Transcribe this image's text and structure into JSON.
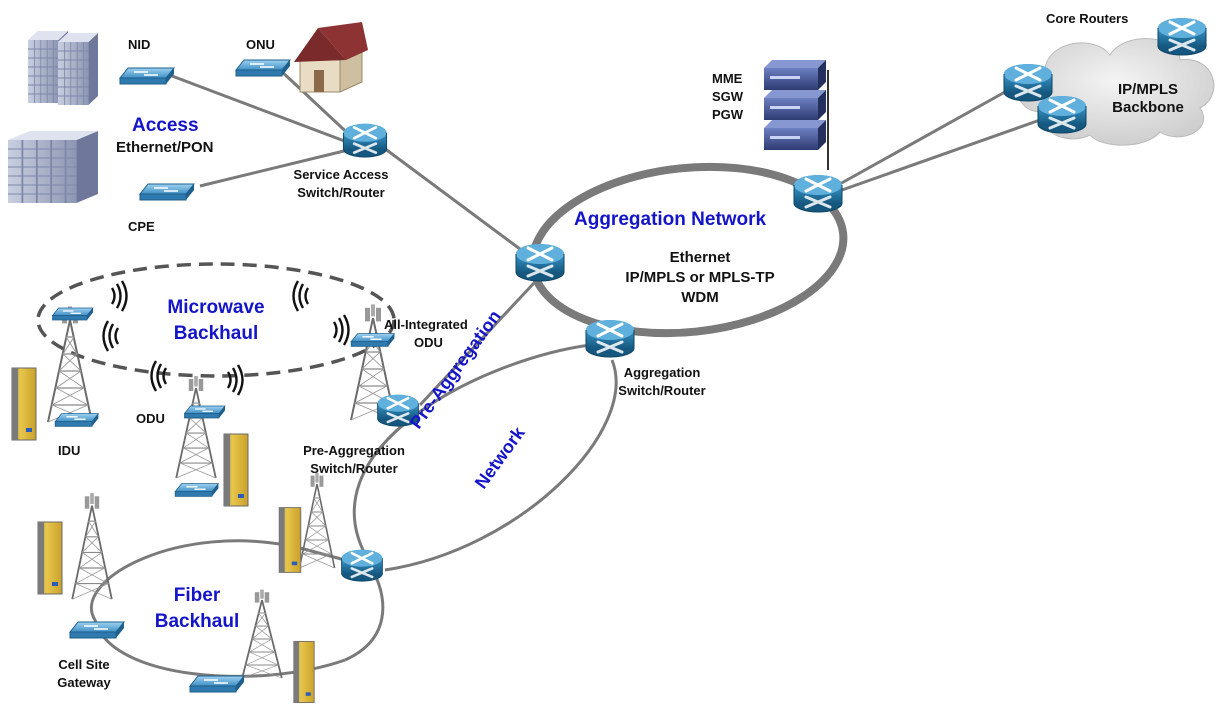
{
  "labels": {
    "access_title": "Access",
    "access_sub": "Ethernet/PON",
    "nid": "NID",
    "onu": "ONU",
    "cpe": "CPE",
    "service_access_1": "Service Access",
    "service_access_2": "Switch/Router",
    "mme": "MME",
    "sgw": "SGW",
    "pgw": "PGW",
    "core_routers": "Core Routers",
    "backbone_1": "IP/MPLS",
    "backbone_2": "Backbone",
    "aggregation_network": "Aggregation Network",
    "agg_tech_1": "Ethernet",
    "agg_tech_2": "IP/MPLS or MPLS-TP",
    "agg_tech_3": "WDM",
    "microwave_1": "Microwave",
    "microwave_2": "Backhaul",
    "all_integrated_1": "All-Integrated",
    "all_integrated_2": "ODU",
    "odu": "ODU",
    "idu": "IDU",
    "pre_agg_sr_1": "Pre-Aggregation",
    "pre_agg_sr_2": "Switch/Router",
    "agg_sr_1": "Aggregation",
    "agg_sr_2": "Switch/Router",
    "pre_agg_net_1": "Pre-Aggregation",
    "pre_agg_net_2": "Network",
    "fiber_1": "Fiber",
    "fiber_2": "Backhaul",
    "csg_1": "Cell Site",
    "csg_2": "Gateway"
  },
  "colors": {
    "section_title": "#1414c8",
    "ring": "#7a7a7a",
    "router": "#1e6f9c",
    "switch": "#3f8fc4",
    "server": "#3d4f8f",
    "cabinet": "#e6c240",
    "cloud": "#d8d8d8"
  },
  "icons": [
    "office-building-icon",
    "house-icon",
    "switch-icon",
    "router-icon",
    "server-icon",
    "cloud-icon",
    "radio-tower-icon",
    "radio-cabinet-icon",
    "wireless-wave-icon"
  ]
}
